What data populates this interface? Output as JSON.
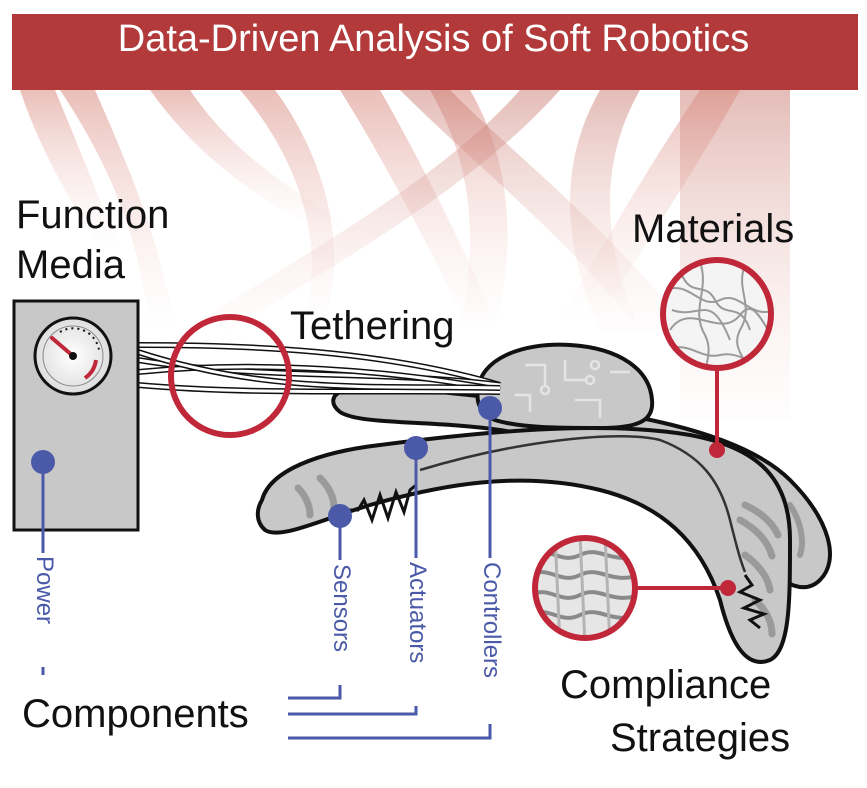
{
  "banner": {
    "title": "Data-Driven Analysis of Soft Robotics",
    "color": "#b23a3a"
  },
  "labels": {
    "function": "Function",
    "media": "Media",
    "tethering": "Tethering",
    "materials": "Materials",
    "compliance_line1": "Compliance",
    "compliance_line2": "Strategies",
    "components": "Components"
  },
  "component_labels": {
    "power": "Power",
    "sensors": "Sensors",
    "actuators": "Actuators",
    "controllers": "Controllers"
  },
  "colors": {
    "callout_red": "#c0283a",
    "component_blue": "#4a5aa8",
    "body_gray": "#c8c8c8",
    "outline": "#111111",
    "ribbon": "#e8a59a"
  },
  "icons": [
    "pressure-gauge-icon",
    "circuit-board-icon",
    "fiber-mesh-icon",
    "woven-mesh-icon",
    "spring-actuator-icon"
  ]
}
